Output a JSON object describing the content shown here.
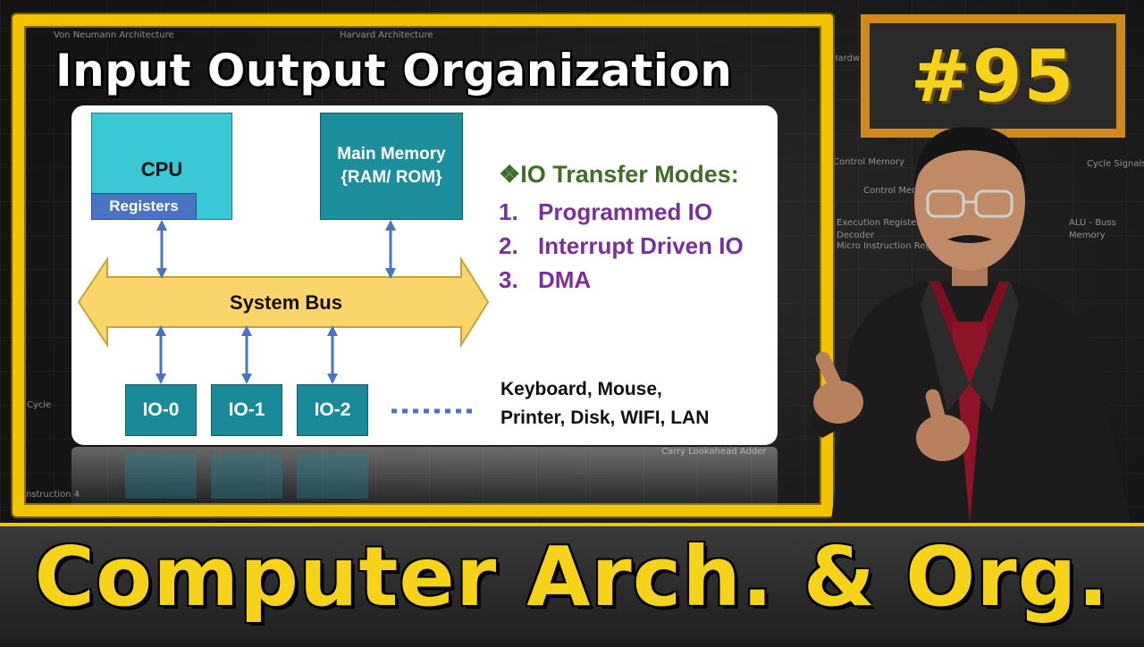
{
  "title": "Input Output Organization",
  "episode": "#95",
  "diagram": {
    "cpu": "CPU",
    "registers": "Registers",
    "memory_line1": "Main Memory",
    "memory_line2": "{RAM/ ROM}",
    "bus": "System Bus",
    "io_devices": [
      "IO-0",
      "IO-1",
      "IO-2"
    ],
    "devices_line1": "Keyboard, Mouse,",
    "devices_line2": "Printer, Disk, WIFI, LAN"
  },
  "modes": {
    "heading": "❖IO Transfer Modes:",
    "items": [
      {
        "num": "1.",
        "label": "Programmed IO"
      },
      {
        "num": "2.",
        "label": "Interrupt Driven IO"
      },
      {
        "num": "3.",
        "label": "DMA"
      }
    ]
  },
  "banner": "Computer Arch. & Org.",
  "colors": {
    "frame": "#f2c300",
    "cpu": "#3ac8d6",
    "registers": "#4a73c4",
    "memory": "#1d8e9c",
    "bus": "#f9d56b",
    "arrows": "#4a73c4",
    "modes_heading": "#3f6f25",
    "modes_items": "#7a2f9e"
  }
}
